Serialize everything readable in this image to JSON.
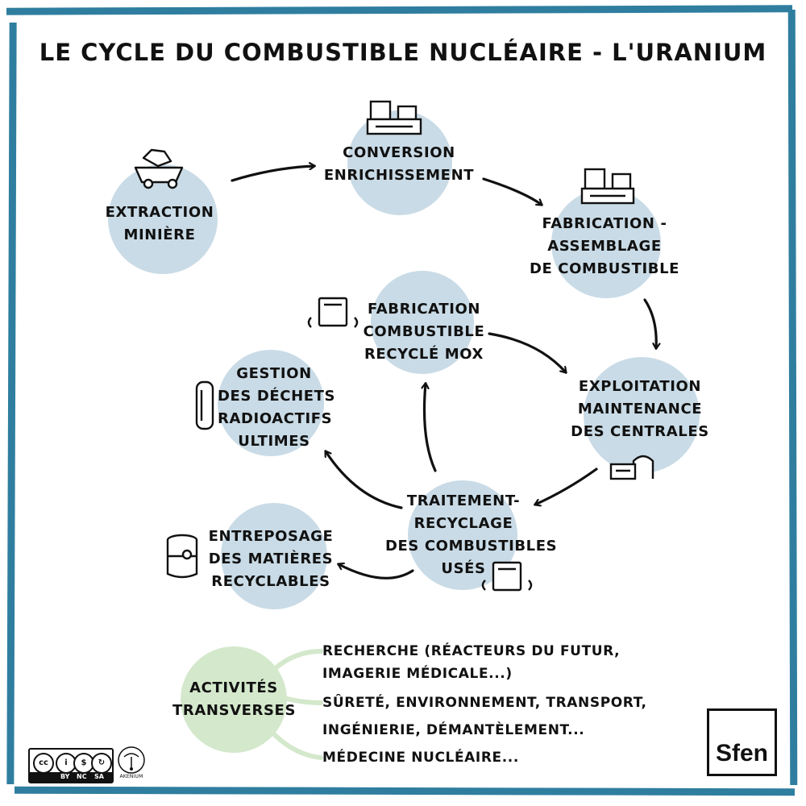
{
  "title": "LE CYCLE DU COMBUSTIBLE NUCLÉAIRE - L'URANIUM",
  "colors": {
    "frame": "#2f7ea0",
    "node_circle": "#c9dbe6",
    "transverse_circle": "#d4e8cc",
    "ink": "#111111"
  },
  "nodes": [
    {
      "lines": [
        "EXTRACTION",
        "MINIÈRE"
      ],
      "icon": "mining-cart-icon"
    },
    {
      "lines": [
        "CONVERSION",
        "ENRICHISSEMENT"
      ],
      "icon": "factory-icon"
    },
    {
      "lines": [
        "FABRICATION -",
        "ASSEMBLAGE",
        "DE COMBUSTIBLE"
      ],
      "icon": "factory-icon"
    },
    {
      "lines": [
        "EXPLOITATION",
        "MAINTENANCE",
        "DES CENTRALES"
      ],
      "icon": "power-plant-icon"
    },
    {
      "lines": [
        "TRAITEMENT-",
        "RECYCLAGE",
        "DES COMBUSTIBLES",
        "USÉS"
      ],
      "icon": "processing-unit-icon"
    },
    {
      "lines": [
        "FABRICATION",
        "COMBUSTIBLE",
        "RECYCLÉ MOX"
      ],
      "icon": "processing-unit-icon"
    },
    {
      "lines": [
        "GESTION",
        "DES DÉCHETS",
        "RADIOACTIFS",
        "ULTIMES"
      ],
      "icon": "waste-canister-icon"
    },
    {
      "lines": [
        "ENTREPOSAGE",
        "DES MATIÈRES",
        "RECYCLABLES"
      ],
      "icon": "storage-drum-icon"
    }
  ],
  "transverse": {
    "label_lines": [
      "ACTIVITÉS",
      "TRANSVERSES"
    ],
    "items": [
      "RECHERCHE (RÉACTEURS DU FUTUR,",
      "IMAGERIE MÉDICALE...)",
      "SÛRETÉ, ENVIRONNEMENT, TRANSPORT,",
      "INGÉNIERIE, DÉMANTÈLEMENT...",
      "MÉDECINE NUCLÉAIRE..."
    ]
  },
  "license": {
    "cc": "cc",
    "tags": [
      "BY",
      "NC",
      "SA"
    ]
  },
  "author_mark": "AKENIUM",
  "brand": "Sfen"
}
